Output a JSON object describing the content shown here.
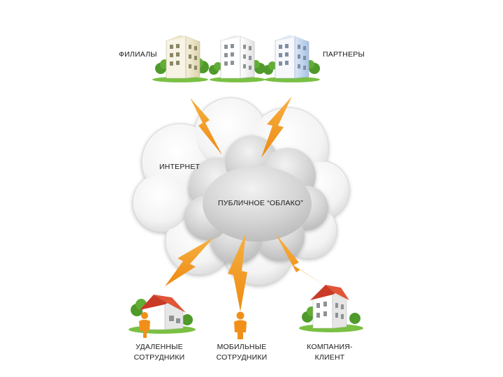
{
  "labels": {
    "branches": "ФИЛИАЛЫ",
    "partners": "ПАРТНЕРЫ",
    "internet": "ИНТЕРНЕТ",
    "public_cloud": "ПУБЛИЧНОЕ “ОБЛАКО”",
    "remote_line1": "УДАЛЕННЫЕ",
    "remote_line2": "СОТРУДНИКИ",
    "mobile_line1": "МОБИЛЬНЫЕ",
    "mobile_line2": "СОТРУДНИКИ",
    "client_line1": "КОМПАНИЯ-",
    "client_line2": "КЛИЕНТ"
  },
  "icons": {
    "office_building": "office-building-icon",
    "house": "house-icon",
    "person": "person-icon",
    "lightning": "lightning-bolt-icon",
    "cloud": "cloud-icon"
  },
  "colors": {
    "lightning": "#f39a1e",
    "person": "#f0901a",
    "roof": "#d9442f",
    "tree": "#4f9a2a",
    "cloud_outer": "#f4f4f4",
    "cloud_inner": "#d4d4d4"
  }
}
